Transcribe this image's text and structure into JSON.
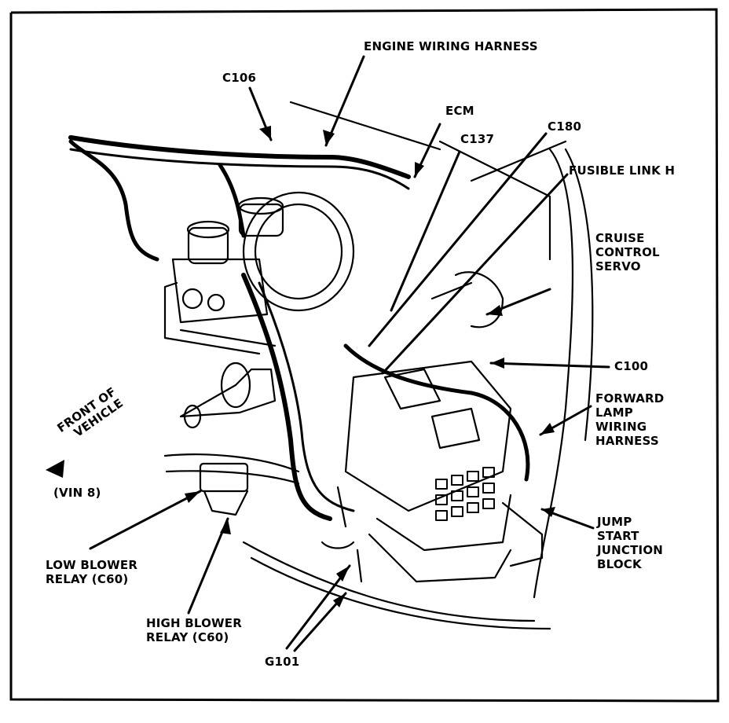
{
  "colors": {
    "ink": "#000000",
    "paper": "#ffffff"
  },
  "labels": {
    "engine_wiring_harness": "ENGINE WIRING HARNESS",
    "c106": "C106",
    "ecm": "ECM",
    "c137": "C137",
    "c180": "C180",
    "fusible_link_h": "FUSIBLE LINK H",
    "cruise_control_servo": [
      "CRUISE",
      "CONTROL",
      "SERVO"
    ],
    "c100": "C100",
    "forward_lamp_wiring_harness": [
      "FORWARD",
      "LAMP",
      "WIRING",
      "HARNESS"
    ],
    "front_of_vehicle": [
      "FRONT OF",
      "VEHICLE"
    ],
    "vin": "(VIN 8)",
    "low_blower_relay": [
      "LOW BLOWER",
      "RELAY (C60)"
    ],
    "high_blower_relay": [
      "HIGH BLOWER",
      "RELAY (C60)"
    ],
    "jump_start_junction_block": [
      "JUMP",
      "START",
      "JUNCTION",
      "BLOCK"
    ],
    "g101": "G101"
  }
}
